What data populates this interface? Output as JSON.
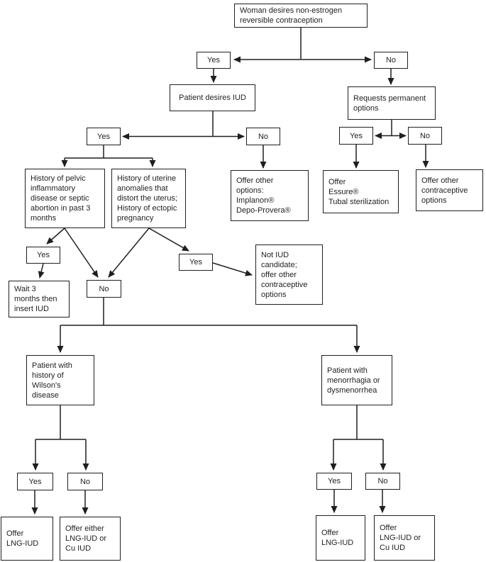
{
  "colors": {
    "line": "#1f1f1f",
    "text": "#1f1f1f",
    "background": "#ffffff"
  },
  "nodes": {
    "root": "Woman desires non-estrogen\nreversible contraception",
    "yes1": "Yes",
    "no1": "No",
    "desires_iud": "Patient desires IUD",
    "permanent": "Requests permanent\noptions",
    "yes2": "Yes",
    "no2": "No",
    "yes3": "Yes",
    "no3": "No",
    "pid": "History of pelvic\ninflammatory\ndisease or septic\nabortion in past 3\nmonths",
    "uterine": "History of uterine\nanomalies that\ndistort the uterus;\nHistory of ectopic\npregnancy",
    "offer_other": "Offer other\noptions:\nImplanon®\nDepo-Provera®",
    "essure": "Offer\nEssure®\nTubal sterilization",
    "other_contra": "Offer other\ncontraceptive\noptions",
    "yes4": "Yes",
    "no4": "No",
    "yes5": "Yes",
    "wait3": "Wait 3\nmonths then\ninsert IUD",
    "not_candidate": "Not IUD\ncandidate;\noffer other\ncontraceptive\noptions",
    "wilson": "Patient with\nhistory of\nWilson's\ndisease",
    "menorrhagia": "Patient with\nmenorrhagia or\ndysmenorrhea",
    "yes6": "Yes",
    "no6": "No",
    "offer_lng_left": "Offer\nLNG-IUD",
    "offer_either": "Offer either\nLNG-IUD or\nCu IUD",
    "yes7": "Yes",
    "no7": "No",
    "offer_lng_right": "Offer\nLNG-IUD",
    "offer_lng_cu": "Offer\nLNG-IUD or\nCu IUD"
  },
  "edges": [
    {
      "from": "root",
      "to": "yes1"
    },
    {
      "from": "root",
      "to": "no1"
    },
    {
      "from": "yes1",
      "to": "desires_iud"
    },
    {
      "from": "no1",
      "to": "permanent"
    },
    {
      "from": "desires_iud",
      "to": "yes2"
    },
    {
      "from": "desires_iud",
      "to": "no2"
    },
    {
      "from": "permanent",
      "to": "yes3"
    },
    {
      "from": "permanent",
      "to": "no3"
    },
    {
      "from": "yes2",
      "to": "pid"
    },
    {
      "from": "yes2",
      "to": "uterine"
    },
    {
      "from": "no2",
      "to": "offer_other"
    },
    {
      "from": "yes3",
      "to": "essure"
    },
    {
      "from": "no3",
      "to": "other_contra"
    },
    {
      "from": "pid",
      "to": "yes4"
    },
    {
      "from": "pid",
      "to": "no4"
    },
    {
      "from": "uterine",
      "to": "no4"
    },
    {
      "from": "uterine",
      "to": "yes5"
    },
    {
      "from": "yes4",
      "to": "wait3"
    },
    {
      "from": "yes5",
      "to": "not_candidate"
    },
    {
      "from": "no4",
      "to": "wilson"
    },
    {
      "from": "no4",
      "to": "menorrhagia"
    },
    {
      "from": "wilson",
      "to": "yes6"
    },
    {
      "from": "wilson",
      "to": "no6"
    },
    {
      "from": "yes6",
      "to": "offer_lng_left"
    },
    {
      "from": "no6",
      "to": "offer_either"
    },
    {
      "from": "menorrhagia",
      "to": "yes7"
    },
    {
      "from": "menorrhagia",
      "to": "no7"
    },
    {
      "from": "yes7",
      "to": "offer_lng_right"
    },
    {
      "from": "no7",
      "to": "offer_lng_cu"
    }
  ]
}
